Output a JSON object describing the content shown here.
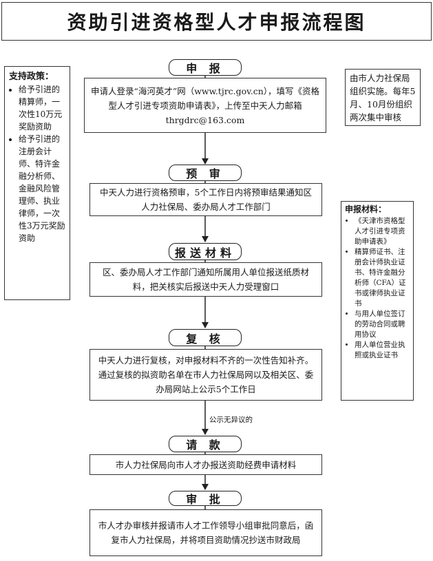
{
  "title": "资助引进资格型人才申报流程图",
  "steps": [
    {
      "label": "申 报",
      "text": "申请人登录“海河英才”网（www.tjrc.gov.cn），填写《资格型人才引进专项资助申请表》，上传至中天人力邮箱thrgdrc@163.com"
    },
    {
      "label": "预 审",
      "text": "中天人力进行资格预审，5个工作日内将预审结果通知区人力社保局、委办局人才工作部门"
    },
    {
      "label": "报送材料",
      "text": "区、委办局人才工作部门通知所属用人单位报送纸质材料，把关核实后报送中天人力受理窗口"
    },
    {
      "label": "复 核",
      "text": "中天人力进行复核，对申报材料不齐的一次性告知补齐。通过复核的拟资助名单在市人力社保局网以及相关区、委办局网站上公示5个工作日"
    },
    {
      "label": "请 款",
      "text": "市人力社保局向市人才办报送资助经费申请材料"
    },
    {
      "label": "审 批",
      "text": "市人才办审核并报请市人才工作领导小组审批同意后，函复市人力社保局，并将项目资助情况抄送市财政局"
    }
  ],
  "annotation": "公示无异议的",
  "policy": {
    "title": "支持政策：",
    "items": [
      "给予引进的精算师，一次性10万元奖励资助",
      "给予引进的注册会计师、特许金融分析师、金融风险管理师、执业律师，一次性3万元奖励资助"
    ]
  },
  "organizer_note": "由市人力社保局组织实施。每年5月、10月份组织两次集中审核",
  "materials": {
    "title": "申报材料：",
    "items": [
      "《天津市资格型人才引进专项资助申请表》",
      "精算师证书、注册会计师执业证书、特许金融分析师（CFA）证书或律师执业证书",
      "与用人单位签订的劳动合同或聘用协议",
      "用人单位营业执照或执业证书"
    ]
  }
}
